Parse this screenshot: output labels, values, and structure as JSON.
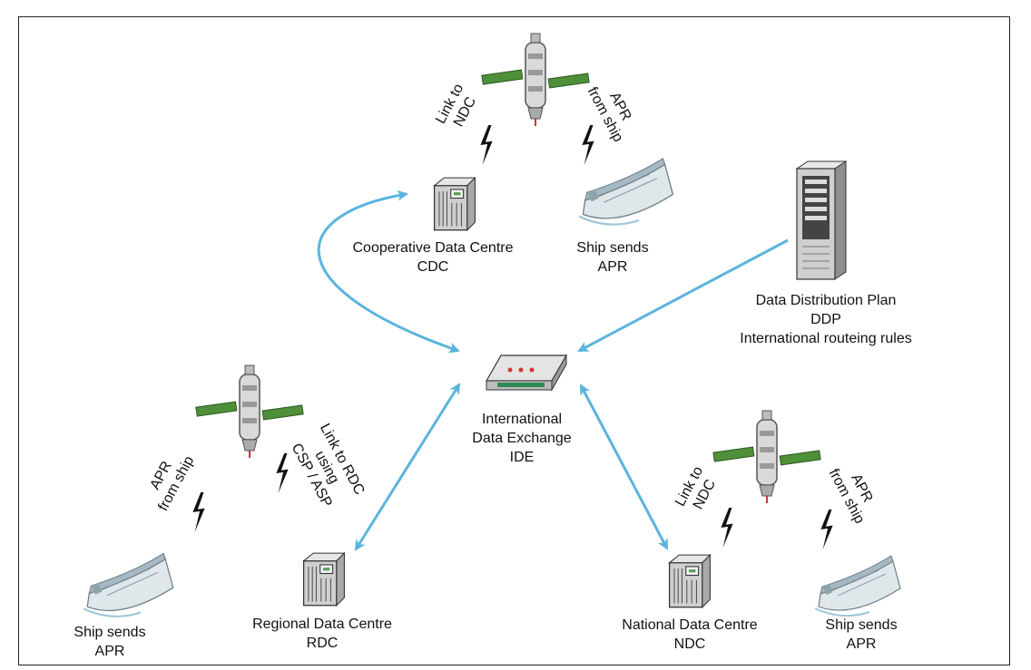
{
  "nodes": {
    "cdc": {
      "name": "Cooperative Data Centre",
      "abbr": "CDC"
    },
    "ship_top": {
      "line1": "Ship sends",
      "line2": "APR"
    },
    "ddp": {
      "name": "Data Distribution Plan",
      "abbr": "DDP",
      "desc": "International routeing rules"
    },
    "ide": {
      "line1": "International",
      "line2": "Data Exchange",
      "abbr": "IDE"
    },
    "rdc": {
      "name": "Regional Data Centre",
      "abbr": "RDC"
    },
    "ship_left": {
      "line1": "Ship sends",
      "line2": "APR"
    },
    "ndc": {
      "name": "National Data Centre",
      "abbr": "NDC"
    },
    "ship_right": {
      "line1": "Ship sends",
      "line2": "APR"
    }
  },
  "links": {
    "top_link_ndc": {
      "line1": "Link to",
      "line2": "NDC"
    },
    "top_apr_ship": {
      "line1": "APR",
      "line2": "from ship"
    },
    "left_apr_ship": {
      "line1": "APR",
      "line2": "from ship"
    },
    "left_link_rdc": {
      "line1": "Link to RDC",
      "line2": "using",
      "line3": "CSP / ASP"
    },
    "right_link_ndc": {
      "line1": "Link to",
      "line2": "NDC"
    },
    "right_apr_ship": {
      "line1": "APR",
      "line2": "from ship"
    }
  },
  "colors": {
    "arrow": "#5bb4dd",
    "panel": "#3a7d2c",
    "device": "#cfcfcf",
    "ship": "#c9d6dc"
  }
}
